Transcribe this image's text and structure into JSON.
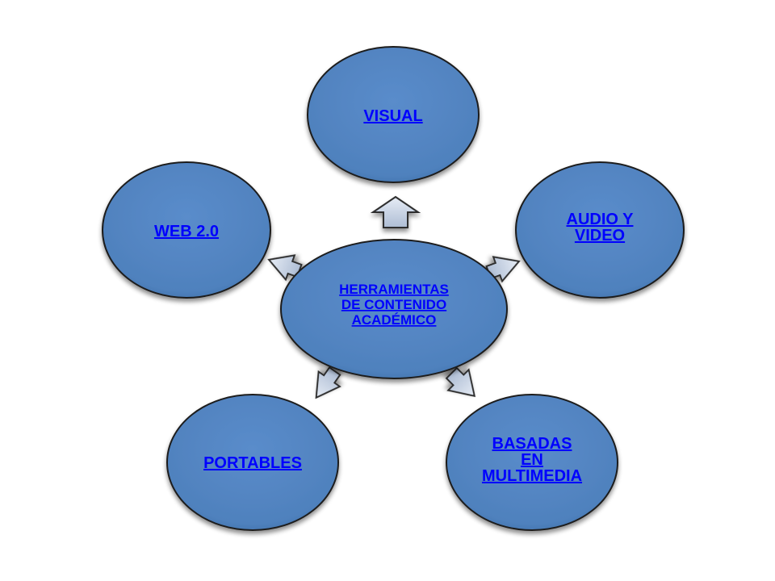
{
  "colors": {
    "node_fill": "#4f81bd",
    "node_fill_light": "#6a97cf",
    "node_fill_dark": "#3a6aa5",
    "node_border": "#1f1f1f",
    "link_text": "#0000ff",
    "arrow_fill": "#c8d3e3",
    "arrow_border": "#2f2f2f"
  },
  "center": {
    "lines": [
      "HERRAMIENTAS",
      "DE CONTENIDO",
      "ACADÉMICO"
    ]
  },
  "nodes": [
    {
      "id": "visual",
      "lines": [
        "VISUAL"
      ]
    },
    {
      "id": "audio-video",
      "lines": [
        "AUDIO Y",
        "VIDEO"
      ]
    },
    {
      "id": "multimedia",
      "lines": [
        "BASADAS",
        "EN",
        "MULTIMEDIA"
      ]
    },
    {
      "id": "portables",
      "lines": [
        "PORTABLES"
      ]
    },
    {
      "id": "web20",
      "lines": [
        "WEB 2.0"
      ]
    }
  ]
}
